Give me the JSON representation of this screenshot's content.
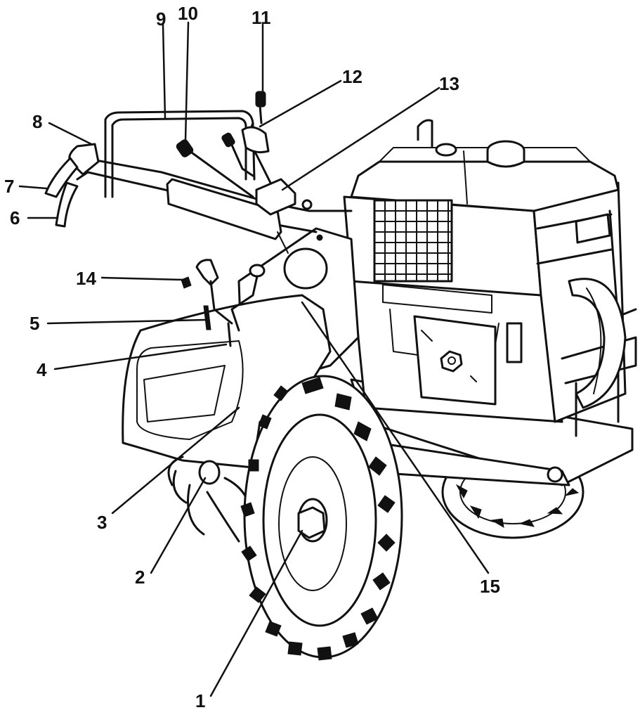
{
  "callouts": [
    {
      "label": "1"
    },
    {
      "label": "2"
    },
    {
      "label": "3"
    },
    {
      "label": "4"
    },
    {
      "label": "5"
    },
    {
      "label": "6"
    },
    {
      "label": "7"
    },
    {
      "label": "8"
    },
    {
      "label": "9"
    },
    {
      "label": "10"
    },
    {
      "label": "11"
    },
    {
      "label": "12"
    },
    {
      "label": "13"
    },
    {
      "label": "14"
    },
    {
      "label": "15"
    }
  ],
  "colors": {
    "ink": "#111111",
    "paper": "#ffffff"
  }
}
